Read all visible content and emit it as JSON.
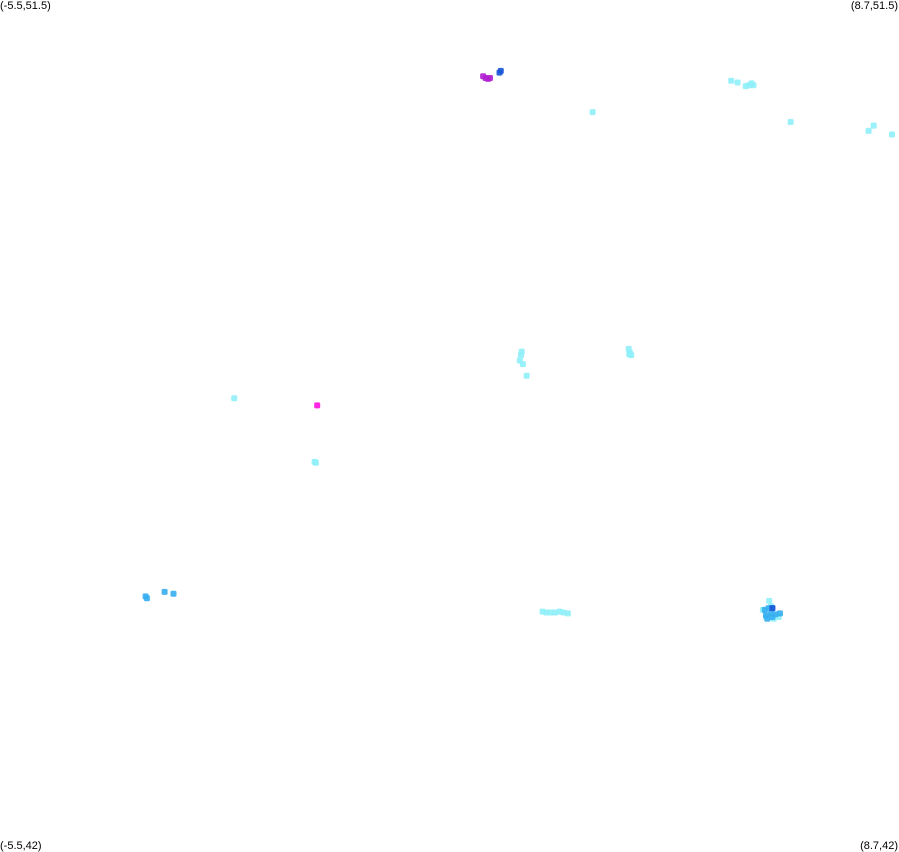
{
  "corners": {
    "top_left": "(-5.5,51.5)",
    "top_right": "(8.7,51.5)",
    "bottom_left": "(-5.5,42)",
    "bottom_right": "(8.7,42)"
  },
  "chart_data": {
    "type": "scatter",
    "title": "",
    "xlabel": "",
    "ylabel": "",
    "xlim": [
      -5.5,
      8.7
    ],
    "ylim": [
      42,
      51.5
    ],
    "grid": false,
    "legend": "none",
    "colors": {
      "light_cyan": "#8ff0f8",
      "sky_blue": "#35aef0",
      "royal_blue": "#1a56d6",
      "purple": "#b020d0",
      "magenta": "#ff10e0"
    },
    "series": [
      {
        "color": "#8ff0f8",
        "points": [
          [
            6.05,
            50.6
          ],
          [
            6.15,
            50.58
          ],
          [
            6.28,
            50.54
          ],
          [
            6.33,
            50.55
          ],
          [
            6.37,
            50.57
          ],
          [
            6.4,
            50.55
          ],
          [
            3.86,
            50.25
          ],
          [
            6.99,
            50.14
          ],
          [
            8.22,
            50.04
          ],
          [
            8.3,
            50.1
          ],
          [
            8.59,
            50.0
          ],
          [
            2.74,
            47.58
          ],
          [
            2.73,
            47.54
          ],
          [
            2.71,
            47.48
          ],
          [
            2.76,
            47.44
          ],
          [
            2.82,
            47.31
          ],
          [
            4.43,
            47.61
          ],
          [
            4.45,
            47.57
          ],
          [
            4.44,
            47.55
          ],
          [
            4.47,
            47.54
          ],
          [
            -1.8,
            47.06
          ],
          [
            -0.53,
            46.35
          ],
          [
            -0.51,
            46.34
          ],
          [
            3.07,
            44.68
          ],
          [
            3.13,
            44.67
          ],
          [
            3.2,
            44.67
          ],
          [
            3.27,
            44.67
          ],
          [
            3.34,
            44.68
          ],
          [
            3.4,
            44.67
          ],
          [
            3.47,
            44.66
          ],
          [
            6.65,
            44.8
          ],
          [
            6.68,
            44.74
          ],
          [
            6.55,
            44.7
          ],
          [
            6.6,
            44.62
          ],
          [
            6.72,
            44.6
          ],
          [
            6.8,
            44.62
          ]
        ]
      },
      {
        "color": "#35aef0",
        "points": [
          [
            -3.2,
            44.85
          ],
          [
            -3.18,
            44.83
          ],
          [
            -2.9,
            44.9
          ],
          [
            -2.76,
            44.88
          ],
          [
            6.58,
            44.7
          ],
          [
            6.64,
            44.72
          ],
          [
            6.7,
            44.72
          ],
          [
            6.6,
            44.64
          ],
          [
            6.68,
            44.66
          ],
          [
            6.75,
            44.65
          ],
          [
            6.82,
            44.66
          ],
          [
            6.62,
            44.6
          ],
          [
            6.7,
            44.62
          ]
        ]
      },
      {
        "color": "#1a56d6",
        "points": [
          [
            2.39,
            50.69
          ],
          [
            2.41,
            50.71
          ],
          [
            6.7,
            44.72
          ]
        ]
      },
      {
        "color": "#b020d0",
        "points": [
          [
            2.13,
            50.65
          ],
          [
            2.17,
            50.63
          ],
          [
            2.21,
            50.62
          ],
          [
            2.24,
            50.63
          ]
        ]
      },
      {
        "color": "#ff10e0",
        "points": [
          [
            -0.49,
            46.98
          ]
        ]
      }
    ]
  }
}
